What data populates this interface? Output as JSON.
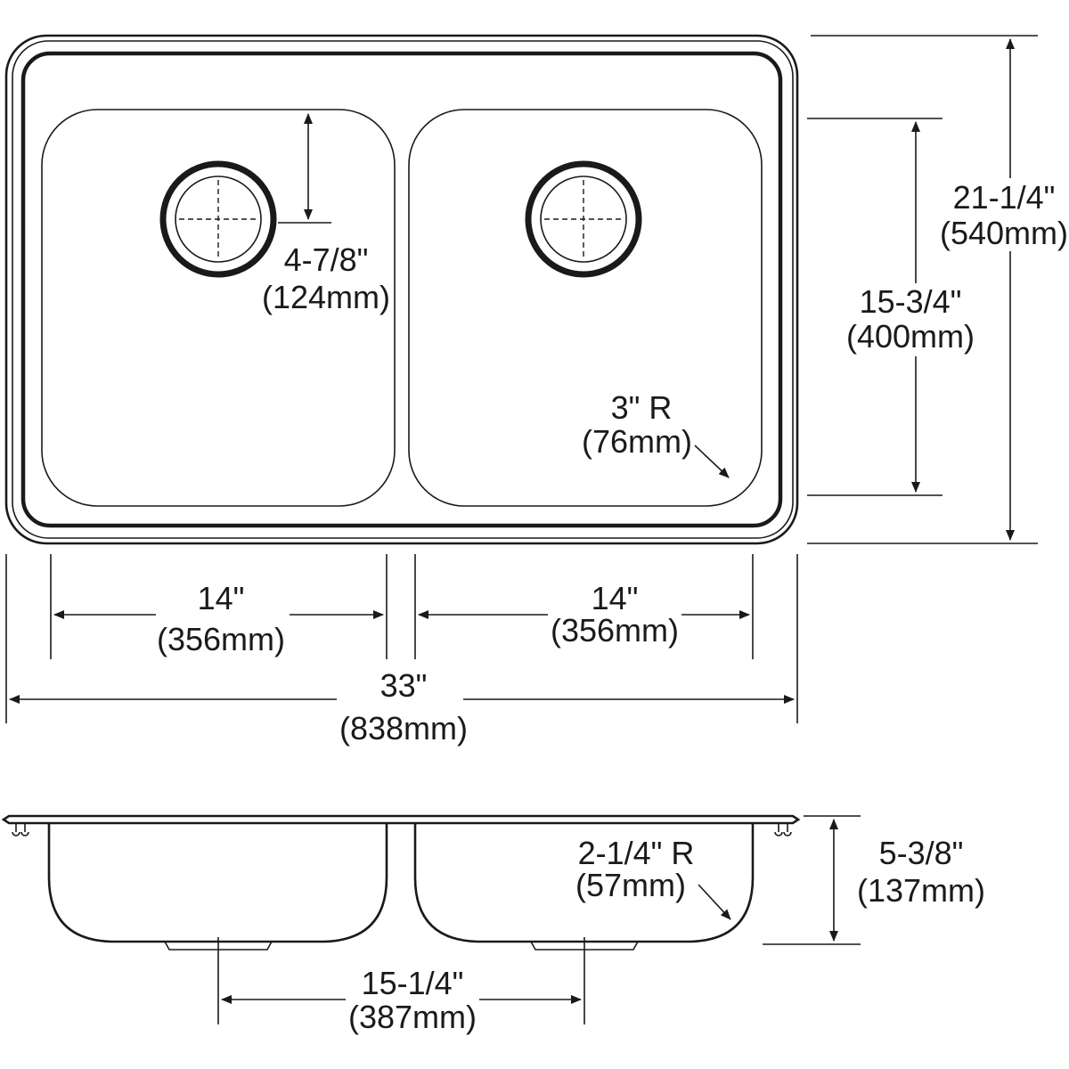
{
  "dimensions": {
    "drain_offset": {
      "in": "4-7/8\"",
      "mm": "(124mm)"
    },
    "bowl_length": {
      "in": "15-3/4\"",
      "mm": "(400mm)"
    },
    "overall_length": {
      "in": "21-1/4\"",
      "mm": "(540mm)"
    },
    "corner_radius": {
      "in": "3\" R",
      "mm": "(76mm)"
    },
    "left_bowl_width": {
      "in": "14\"",
      "mm": "(356mm)"
    },
    "right_bowl_width": {
      "in": "14\"",
      "mm": "(356mm)"
    },
    "overall_width": {
      "in": "33\"",
      "mm": "(838mm)"
    },
    "bottom_radius": {
      "in": "2-1/4\" R",
      "mm": "(57mm)"
    },
    "depth": {
      "in": "5-3/8\"",
      "mm": "(137mm)"
    },
    "drain_spacing": {
      "in": "15-1/4\"",
      "mm": "(387mm)"
    }
  }
}
